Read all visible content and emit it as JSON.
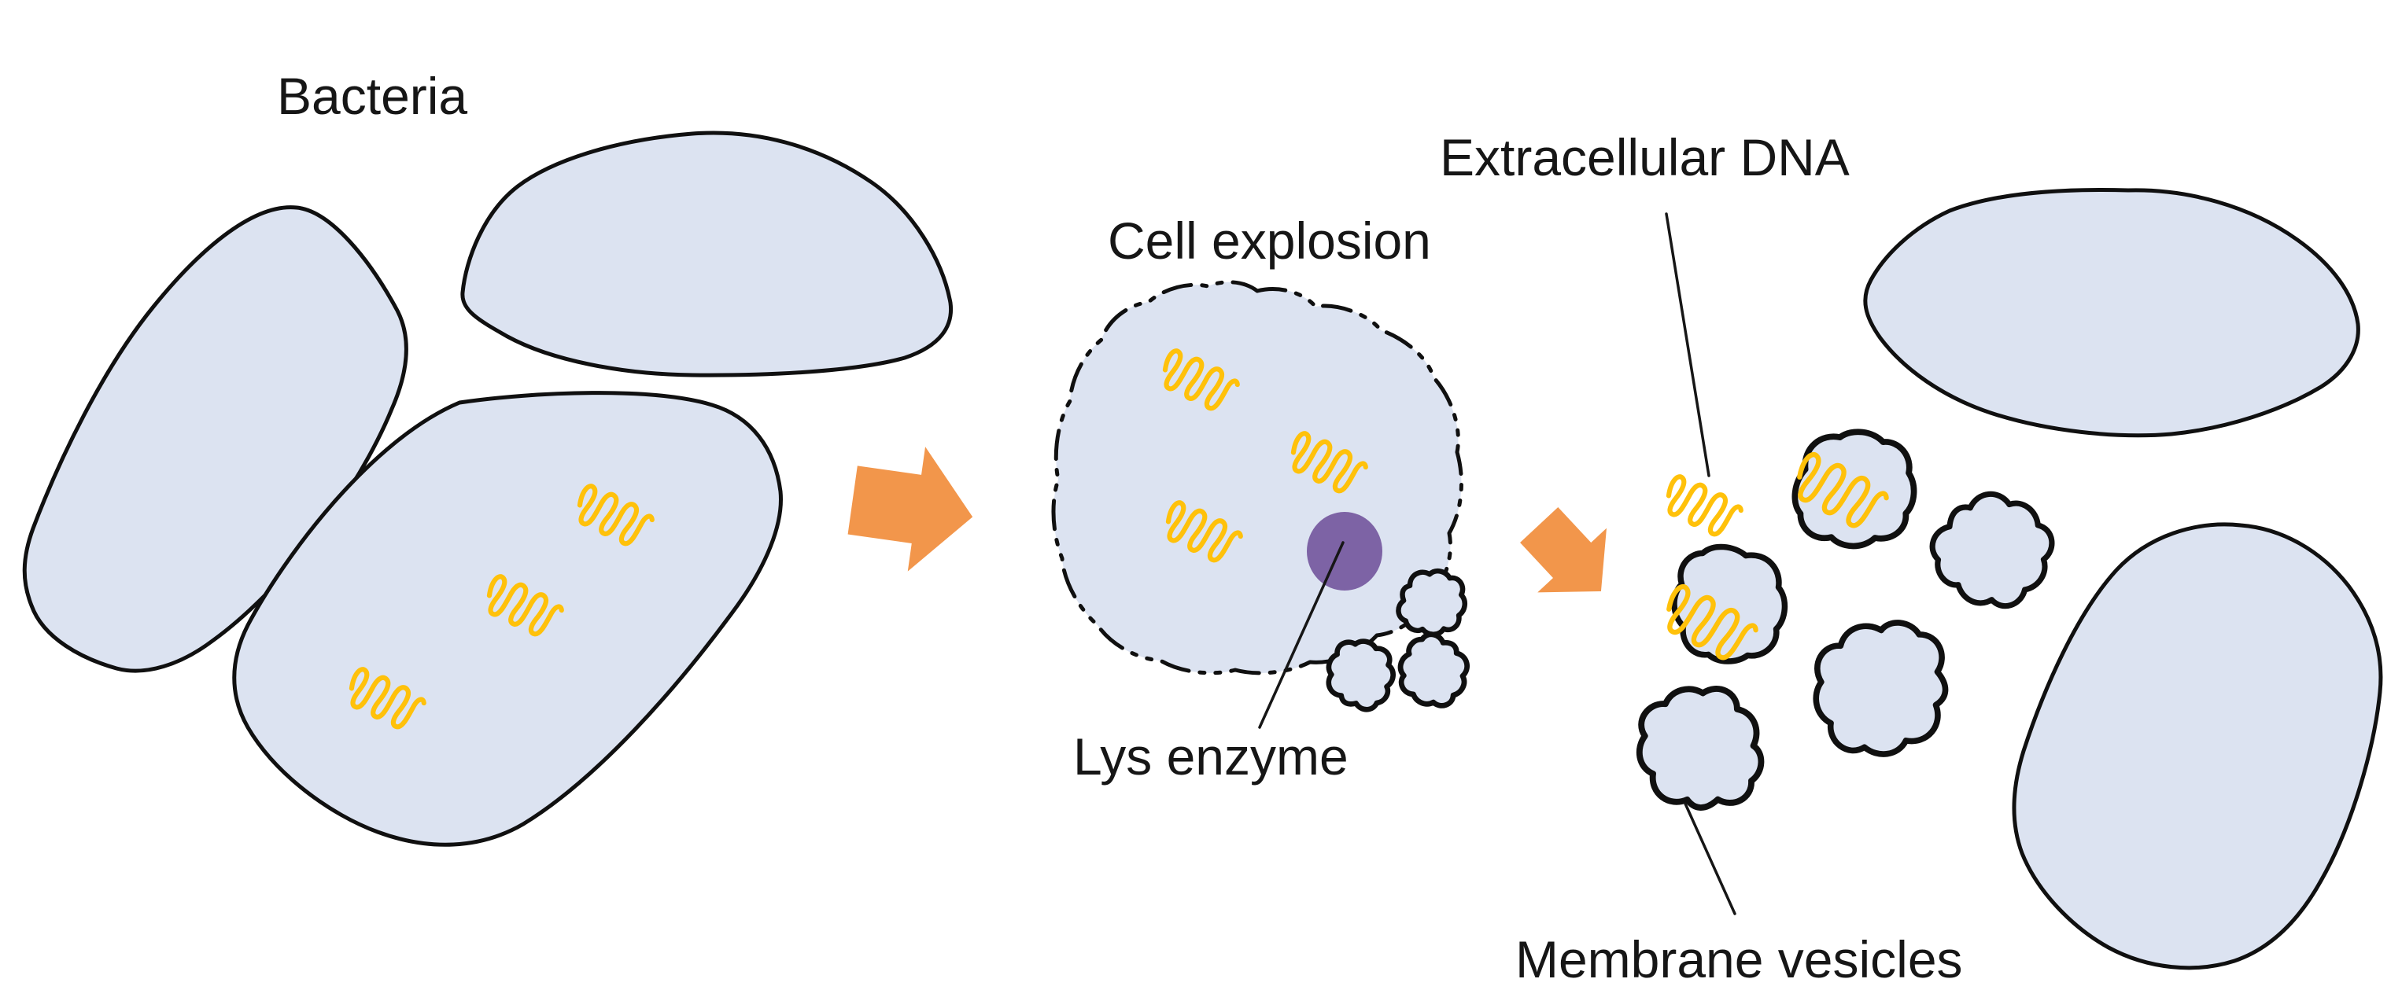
{
  "labels": {
    "bacteria": "Bacteria",
    "cell_explosion": "Cell explosion",
    "extracellular_dna": "Extracellular DNA",
    "lys_enzyme": "Lys enzyme",
    "membrane_vesicles": "Membrane vesicles"
  },
  "colors": {
    "background": "#ffffff",
    "cell_fill": "#dce3f1",
    "outline": "#101010",
    "dna_coil": "#ffc10a",
    "arrow": "#f2964b",
    "lys_enzyme": "#7d63a5",
    "text": "#161616"
  },
  "counts": {
    "bacteria_cells": 5,
    "exploding_cells": 1,
    "dna_coils": 9,
    "membrane_vesicles": 8,
    "lys_enzyme_dots": 1,
    "process_arrows": 2
  }
}
